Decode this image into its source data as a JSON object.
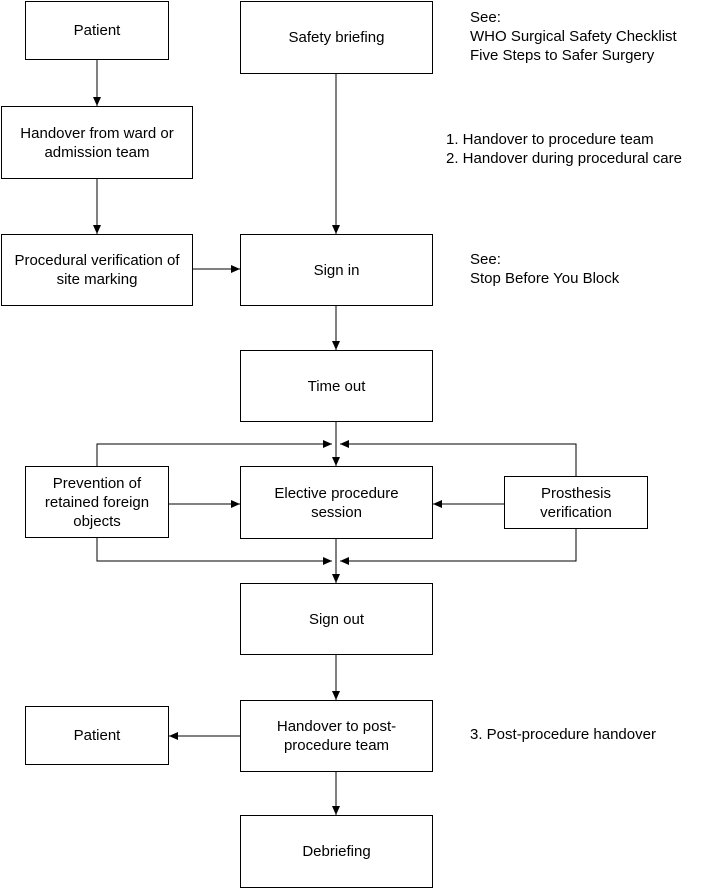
{
  "nodes": {
    "patient_start": "Patient",
    "safety_briefing": "Safety briefing",
    "handover_ward": "Handover from ward or admission team",
    "verification": "Procedural verification of site marking",
    "sign_in": "Sign in",
    "time_out": "Time out",
    "prevention": "Prevention of retained foreign objects",
    "elective": "Elective procedure session",
    "prosthesis": "Prosthesis verification",
    "sign_out": "Sign out",
    "patient_end": "Patient",
    "handover_post": "Handover to post-procedure team",
    "debriefing": "Debriefing"
  },
  "notes": {
    "see_1": {
      "line1": "See:",
      "line2": "WHO Surgical Safety Checklist",
      "line3": "Five Steps to Safer Surgery"
    },
    "handovers": {
      "line1": "1. Handover to procedure team",
      "line2": "2. Handover during procedural care"
    },
    "see_2": {
      "line1": "See:",
      "line2": "Stop Before You Block"
    },
    "post": {
      "line1": "3. Post-procedure handover"
    }
  }
}
